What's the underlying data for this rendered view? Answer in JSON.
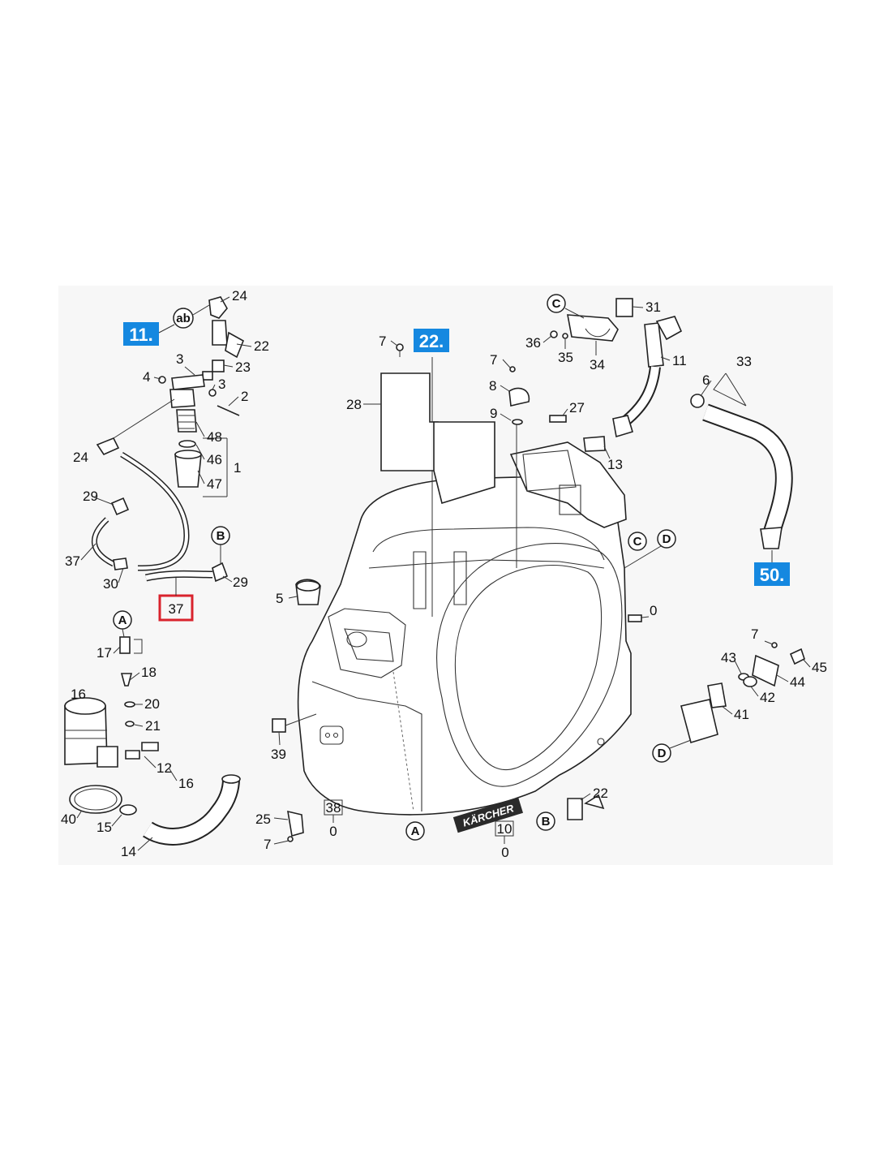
{
  "brand": {
    "logo_text": "KÄRCHER"
  },
  "badges": {
    "b11": "11.",
    "b22": "22.",
    "b50": "50."
  },
  "highlight_label": "37",
  "colors": {
    "badge_blue": "#1588e0",
    "highlight_red": "#d9232d",
    "panel_bg": "#f7f7f7"
  },
  "refs": {
    "ab": "ab",
    "a": "A",
    "b": "B",
    "c": "C",
    "d": "D"
  },
  "labels": {
    "l24a": "24",
    "l22a": "22",
    "l23": "23",
    "l3a": "3",
    "l4": "4",
    "l3b": "3",
    "l2": "2",
    "l48": "48",
    "l46": "46",
    "l1": "1",
    "l47": "47",
    "l24b": "24",
    "l29a": "29",
    "l37a": "37",
    "l30": "30",
    "l29b": "29",
    "l17": "17",
    "l18": "18",
    "l16a": "16",
    "l20": "20",
    "l21": "21",
    "l12": "12",
    "l16b": "16",
    "l40": "40",
    "l15": "15",
    "l14": "14",
    "l7a": "7",
    "l28": "28",
    "l5": "5",
    "l39": "39",
    "l38": "38",
    "l0a": "0",
    "l25": "25",
    "l7b": "7",
    "l7c": "7",
    "l8": "8",
    "l9": "9",
    "l27": "27",
    "l10": "10",
    "l0b": "0",
    "l22b": "22",
    "l36": "36",
    "l35": "35",
    "l34": "34",
    "l31": "31",
    "l11": "11",
    "l13": "13",
    "l0c": "0",
    "l33": "33",
    "l6": "6",
    "l7d": "7",
    "l43": "43",
    "l45": "45",
    "l44": "44",
    "l42": "42",
    "l41": "41"
  }
}
